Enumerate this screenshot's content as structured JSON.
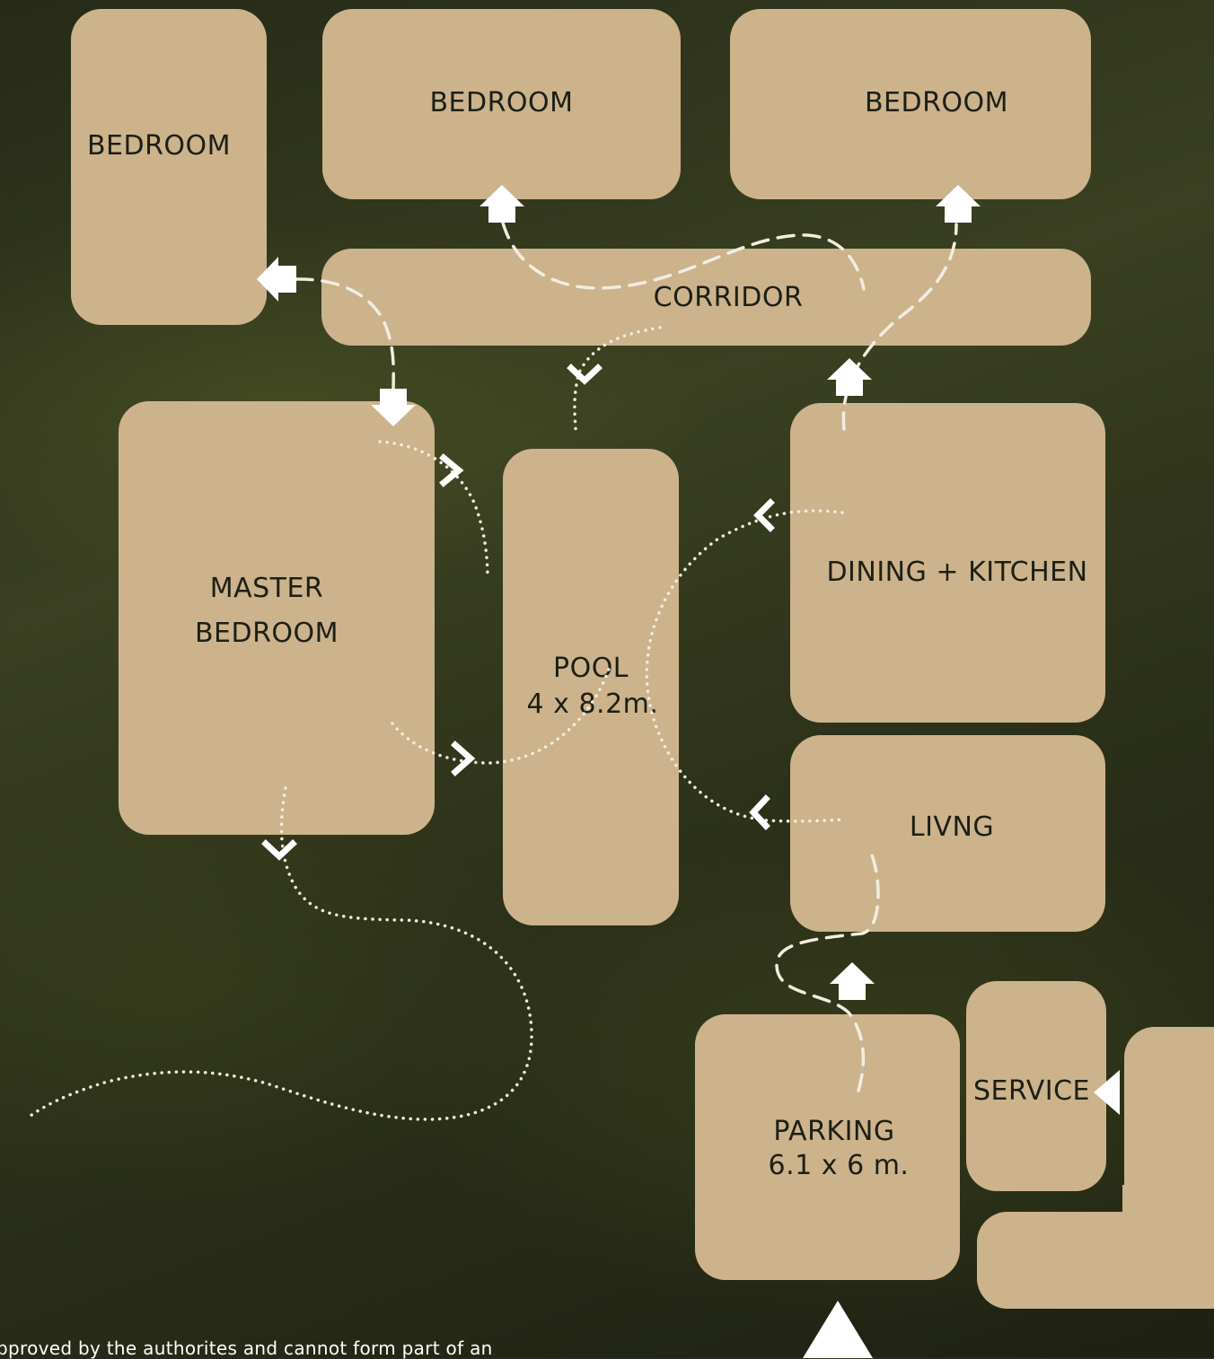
{
  "rooms": {
    "bedroom_left": "BEDROOM",
    "bedroom_middle": "BEDROOM",
    "bedroom_right": "BEDROOM",
    "corridor": "CORRIDOR",
    "master_bedroom": "MASTER\nBEDROOM",
    "pool_name": "POOL",
    "pool_size": "4 x 8.2m.",
    "dining_kitchen": "DINING + KITCHEN",
    "living": "LIVNG",
    "parking_name": "PARKING",
    "parking_size": "6.1 x 6 m.",
    "service": "SERVICE"
  },
  "footnote": "pproved by the authorites and cannot form part of an",
  "colors": {
    "room_fill": "#ccb38c",
    "room_text": "#1d1f15",
    "path_stroke": "#f2ede0",
    "arrow_fill": "#ffffff"
  }
}
